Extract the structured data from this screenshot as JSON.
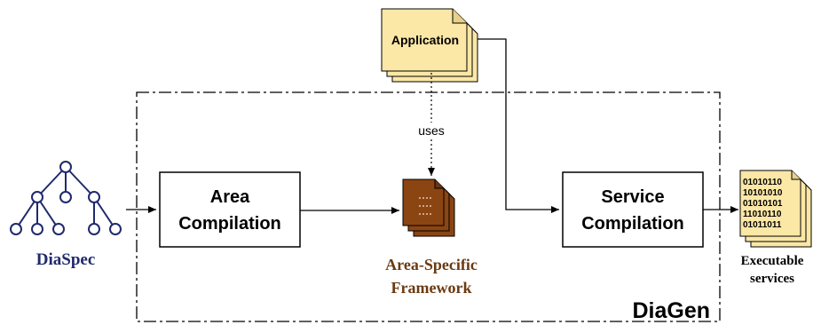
{
  "diagram": {
    "container_label": "DiaGen",
    "input": {
      "label": "DiaSpec",
      "color": "#1f2a6b"
    },
    "application": {
      "label": "Application",
      "fill": "#fbe7a6"
    },
    "uses_label": "uses",
    "area_box": {
      "line1": "Area",
      "line2": "Compilation"
    },
    "framework": {
      "line1": "Area-Specific",
      "line2": "Framework",
      "fill": "#8b4513",
      "label_color": "#6b3a12"
    },
    "service_box": {
      "line1": "Service",
      "line2": "Compilation"
    },
    "output": {
      "line1": "Executable",
      "line2": "services",
      "fill": "#fbe7a6",
      "binary_rows": [
        "01010110",
        "10101010",
        "01010101",
        "11010110",
        "01011011"
      ]
    }
  }
}
